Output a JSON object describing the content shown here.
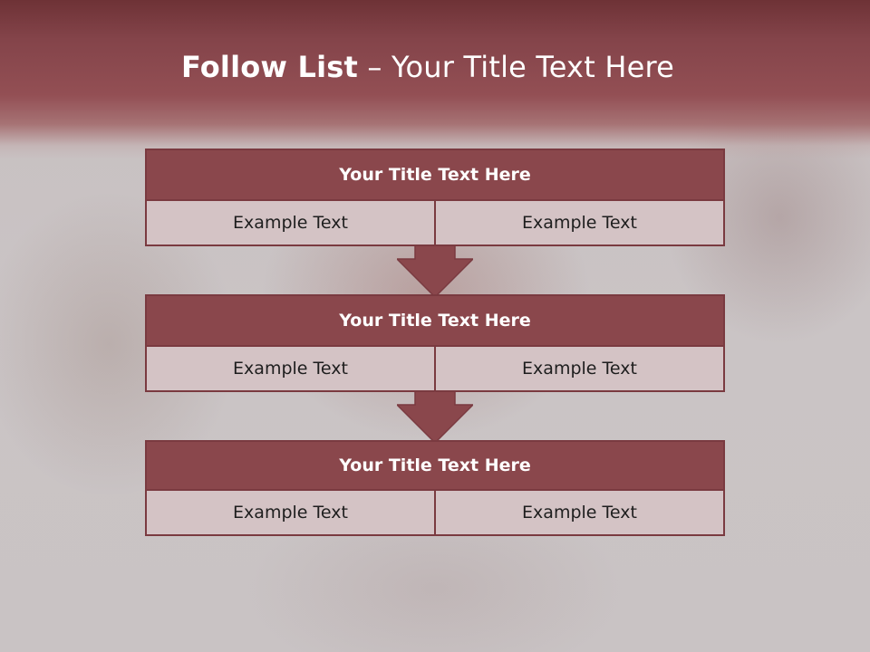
{
  "title": {
    "bold": "Follow List",
    "rest": " – Your Title Text Here"
  },
  "blocks": [
    {
      "title": "Your Title Text Here",
      "cells": [
        "Example Text",
        "Example Text"
      ]
    },
    {
      "title": "Your Title Text Here",
      "cells": [
        "Example Text",
        "Example Text"
      ]
    },
    {
      "title": "Your Title Text Here",
      "cells": [
        "Example Text",
        "Example Text"
      ]
    }
  ],
  "colors": {
    "header": "#8a474c",
    "cell_background": "#d4c3c5",
    "border": "#7a3a40",
    "arrow": "#8a474c"
  }
}
